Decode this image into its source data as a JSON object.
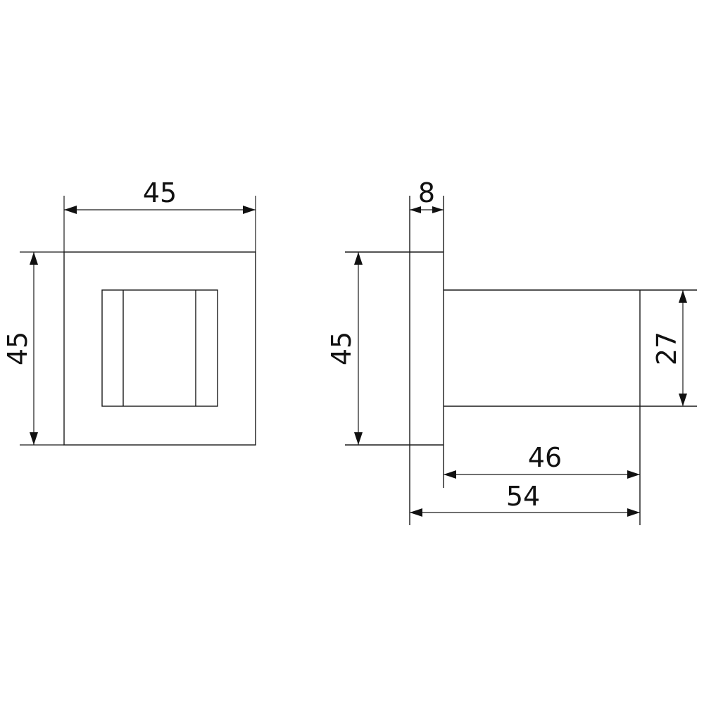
{
  "drawing": {
    "front_view": {
      "width_label": "45",
      "height_label": "45"
    },
    "side_view": {
      "plate_thickness_label": "8",
      "plate_height_label": "45",
      "body_height_label": "27",
      "body_length_label": "46",
      "overall_length_label": "54"
    }
  },
  "colors": {
    "line": "#1a1a1a",
    "background": "#ffffff"
  }
}
